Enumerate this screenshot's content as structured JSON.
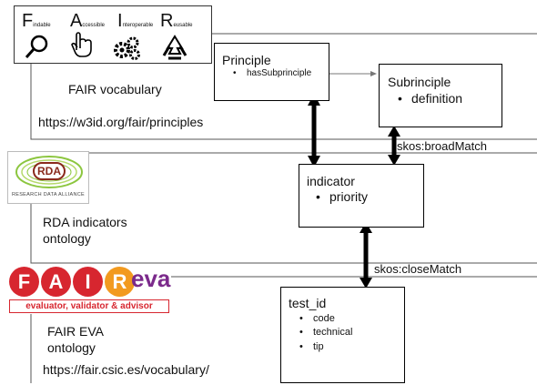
{
  "fair_logo": {
    "letters": [
      {
        "big": "F",
        "small": "indable"
      },
      {
        "big": "A",
        "small": "ccessible"
      },
      {
        "big": "I",
        "small": "nteroperable"
      },
      {
        "big": "R",
        "small": "eusable"
      }
    ],
    "icons": [
      "magnifier-icon",
      "pointing-hand-icon",
      "gears-icon",
      "recycle-icon"
    ]
  },
  "fair_vocabulary": {
    "label": "FAIR vocabulary",
    "url": "https://w3id.org/fair/principles"
  },
  "rda_logo": {
    "badge": "RDA",
    "caption": "RESEARCH DATA ALLIANCE"
  },
  "rda_ontology": {
    "line1": "RDA indicators",
    "line2": "ontology"
  },
  "eva_logo": {
    "letters": [
      "F",
      "A",
      "I",
      "R"
    ],
    "suffix": "eva",
    "tagline": "evaluator, validator & advisor"
  },
  "eva_ontology": {
    "line1": "FAIR EVA",
    "line2": "ontology",
    "url": "https://fair.csic.es/vocabulary/"
  },
  "boxes": {
    "principle": {
      "title": "Principle",
      "property": "hasSubprinciple"
    },
    "subprinciple": {
      "title": "Subrinciple",
      "property": "definition"
    },
    "indicator": {
      "title": "indicator",
      "property": "priority"
    },
    "test": {
      "title": "test_id",
      "properties": [
        "code",
        "technical",
        "tip"
      ]
    }
  },
  "relations": {
    "broad": "skos:broadMatch",
    "close": "skos:closeMatch"
  },
  "colors": {
    "eva_red": "#d7262f",
    "eva_orange": "#f29a1f",
    "eva_purple": "#7b2a8b",
    "rda_green": "#8cc63f",
    "rda_brown": "#8a2a1c"
  }
}
